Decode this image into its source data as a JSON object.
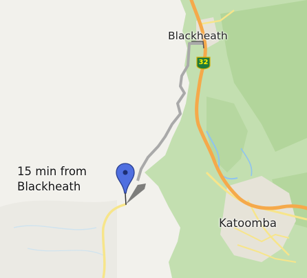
{
  "map": {
    "places": [
      {
        "name": "Blackheath"
      },
      {
        "name": "Katoomba"
      }
    ],
    "route_label": {
      "line1": "15 min from",
      "line2": "Blackheath"
    },
    "highway_shield": "32",
    "marker": {
      "icon": "map-pin-icon",
      "color": "#4f6fe0"
    },
    "colors": {
      "land": "#f2f1ec",
      "forest": "#b9d9a3",
      "highway": "#f5a94a",
      "minor_road": "#f7e58a",
      "route": "#a9a9a9",
      "water": "#8ec3f0"
    }
  }
}
